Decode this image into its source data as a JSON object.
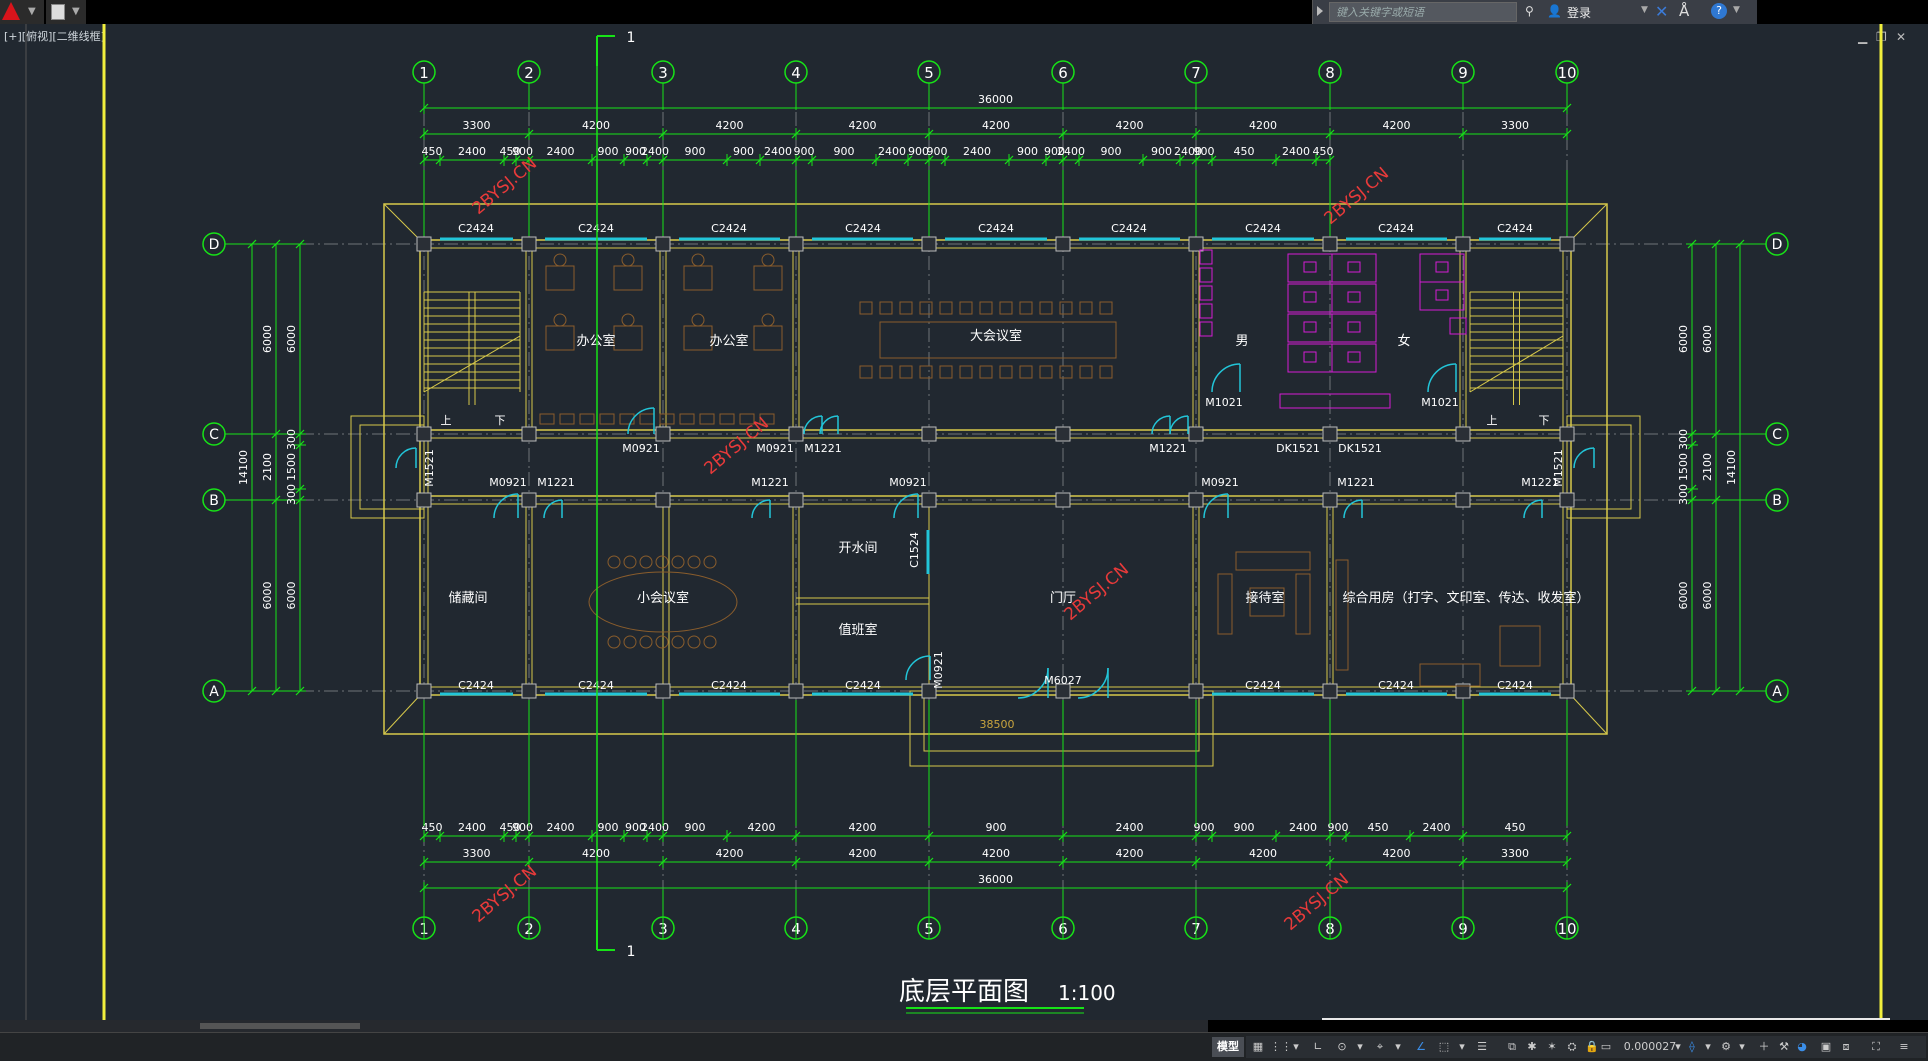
{
  "app": {
    "search_placeholder": "键入关键字或短语",
    "login_label": "登录",
    "view_label": "[+][俯视][二维线框]"
  },
  "colors": {
    "background": "#212830",
    "grid": "#17e317",
    "wall": "#d7c94a",
    "window": "#22c5d8",
    "door": "#22c5d8",
    "fixture": "#d51cd5",
    "furniture": "#8a5d2c",
    "watermark": "#e83a3a",
    "text": "#ffffff"
  },
  "drawing": {
    "title": "底层平面图",
    "scale": "1:100",
    "axes_top": [
      "1",
      "2",
      "3",
      "4",
      "5",
      "6",
      "7",
      "8",
      "9",
      "10"
    ],
    "axes_side": [
      "D",
      "C",
      "B",
      "A"
    ],
    "section_mark": "1",
    "dim_total_top": "36000",
    "dim_total_bottom": "36000",
    "dim_top_row1": [
      "3300",
      "4200",
      "4200",
      "4200",
      "4200",
      "4200",
      "4200",
      "4200",
      "3300"
    ],
    "dim_top_row2": [
      "450",
      "2400",
      "450",
      "900",
      "2400",
      "900",
      "900",
      "2400",
      "900",
      "900",
      "2400",
      "900",
      "900",
      "2400",
      "900",
      "900",
      "2400",
      "900",
      "900",
      "2400",
      "900",
      "900",
      "2400",
      "900",
      "450",
      "2400",
      "450"
    ],
    "dim_bottom_row1": [
      "3300",
      "4200",
      "4200",
      "4200",
      "4200",
      "4200",
      "4200",
      "4200",
      "3300"
    ],
    "dim_bottom_row2": [
      "450",
      "2400",
      "450",
      "900",
      "2400",
      "900",
      "900",
      "2400",
      "900",
      "4200",
      "4200",
      "900",
      "2400",
      "900",
      "900",
      "2400",
      "900",
      "450",
      "2400",
      "450"
    ],
    "dim_left_outer": [
      "6000",
      "2100",
      "6000"
    ],
    "dim_left_inner": [
      "6000",
      "300",
      "1500",
      "300",
      "6000"
    ],
    "dim_left_total": "14100",
    "dim_right_outer": [
      "6000",
      "2100",
      "6000"
    ],
    "dim_right_inner": [
      "6000",
      "300",
      "1500",
      "300",
      "6000"
    ],
    "dim_right_total": "14100",
    "entrance_dim": "38500",
    "rooms": [
      "办公室",
      "办公室",
      "大会议室",
      "男",
      "女",
      "储藏间",
      "小会议室",
      "开水间",
      "值班室",
      "门厅",
      "接待室",
      "综合用房（打字、文印室、传达、收发室）"
    ],
    "windows_top": [
      "C2424",
      "C2424",
      "C2424",
      "C2424",
      "C2424",
      "C2424",
      "C2424",
      "C2424",
      "C2424"
    ],
    "windows_bottom": [
      "C2424",
      "C2424",
      "C2424",
      "C2424",
      "C2424",
      "C2424",
      "C2424"
    ],
    "doors": [
      "M0921",
      "M0921",
      "M1221",
      "M1221",
      "M1021",
      "M1021",
      "DK1521",
      "DK1521",
      "M1521",
      "M1521",
      "M0921",
      "M1221",
      "M1221",
      "M0921",
      "M0921",
      "M1221",
      "M1221",
      "C1524",
      "M0921",
      "M6027"
    ],
    "stairs": [
      "上",
      "下",
      "上",
      "下"
    ],
    "watermarks": [
      "2BYSJ.CN",
      "2BYSJ.CN",
      "2BYSJ.CN",
      "2BYSJ.CN",
      "2BYSJ.CN",
      "2BYSJ.CN"
    ]
  },
  "status": {
    "model_tab": "模型",
    "scale_value": "0.000027"
  }
}
